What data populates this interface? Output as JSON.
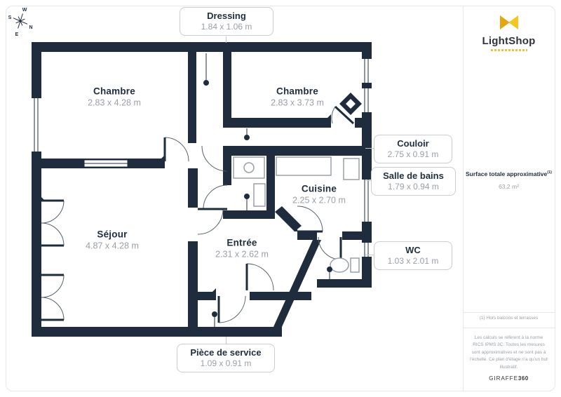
{
  "brand": {
    "logo_text": "LightShop",
    "giraffe_name": "GIRAFFE",
    "giraffe_suffix": "360"
  },
  "summary": {
    "title": "Surface totale approximative",
    "superscript": "(1)",
    "value": "63.2 m²"
  },
  "footnote": "(1) Hors balcons et terrasses",
  "disclaimer": "Les calculs se réfèrent à la norme RICS IPMS 3C. Toutes les mesures sont approximatives et ne sont pas à l'échelle. Ce plan d'étage n'a qu'un but illustratif.",
  "rooms": [
    {
      "name": "Chambre",
      "dims": "2.83 x 4.28 m"
    },
    {
      "name": "Chambre",
      "dims": "2.83 x 3.73 m"
    },
    {
      "name": "Cuisine",
      "dims": "2.25 x 2.70 m"
    },
    {
      "name": "Séjour",
      "dims": "4.87 x 4.28 m"
    },
    {
      "name": "Entrée",
      "dims": "2.31 x 2.62 m"
    }
  ],
  "callouts": [
    {
      "name": "Dressing",
      "dims": "1.84 x 1.06 m"
    },
    {
      "name": "Couloir",
      "dims": "2.75 x 0.91 m"
    },
    {
      "name": "Salle de bains",
      "dims": "1.79 x 0.94 m"
    },
    {
      "name": "WC",
      "dims": "1.03 x 2.01 m"
    },
    {
      "name": "Pièce de service",
      "dims": "1.09 x 0.91 m"
    }
  ],
  "compass": {
    "n": "N",
    "s": "S",
    "e": "E",
    "w": "W"
  },
  "colors": {
    "wall": "#1E2C3E",
    "dimension_text": "#9AA0A8",
    "accent_yellow": "#F0B429"
  }
}
